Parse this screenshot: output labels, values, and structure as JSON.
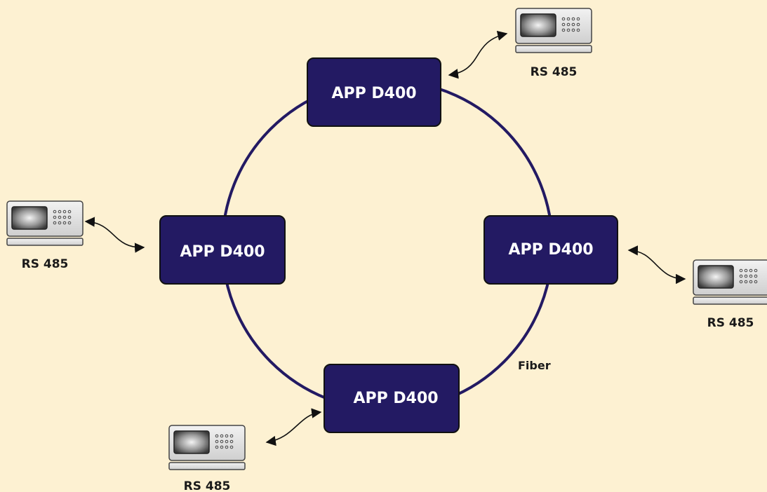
{
  "diagram": {
    "nodes": [
      {
        "id": "top",
        "label": "APP D400"
      },
      {
        "id": "left",
        "label": "APP D400"
      },
      {
        "id": "right",
        "label": "APP D400"
      },
      {
        "id": "bottom",
        "label": "APP D400"
      }
    ],
    "terminals": [
      {
        "id": "top-right",
        "label": "RS 485"
      },
      {
        "id": "left",
        "label": "RS 485"
      },
      {
        "id": "right",
        "label": "RS 485"
      },
      {
        "id": "bottom-left",
        "label": "RS 485"
      }
    ],
    "ring_label": "Fiber"
  },
  "colors": {
    "background": "#fdf1d2",
    "node_fill": "#231a63",
    "ring": "#231a63",
    "node_text": "#ffffff",
    "label_text": "#1a1a1a"
  }
}
